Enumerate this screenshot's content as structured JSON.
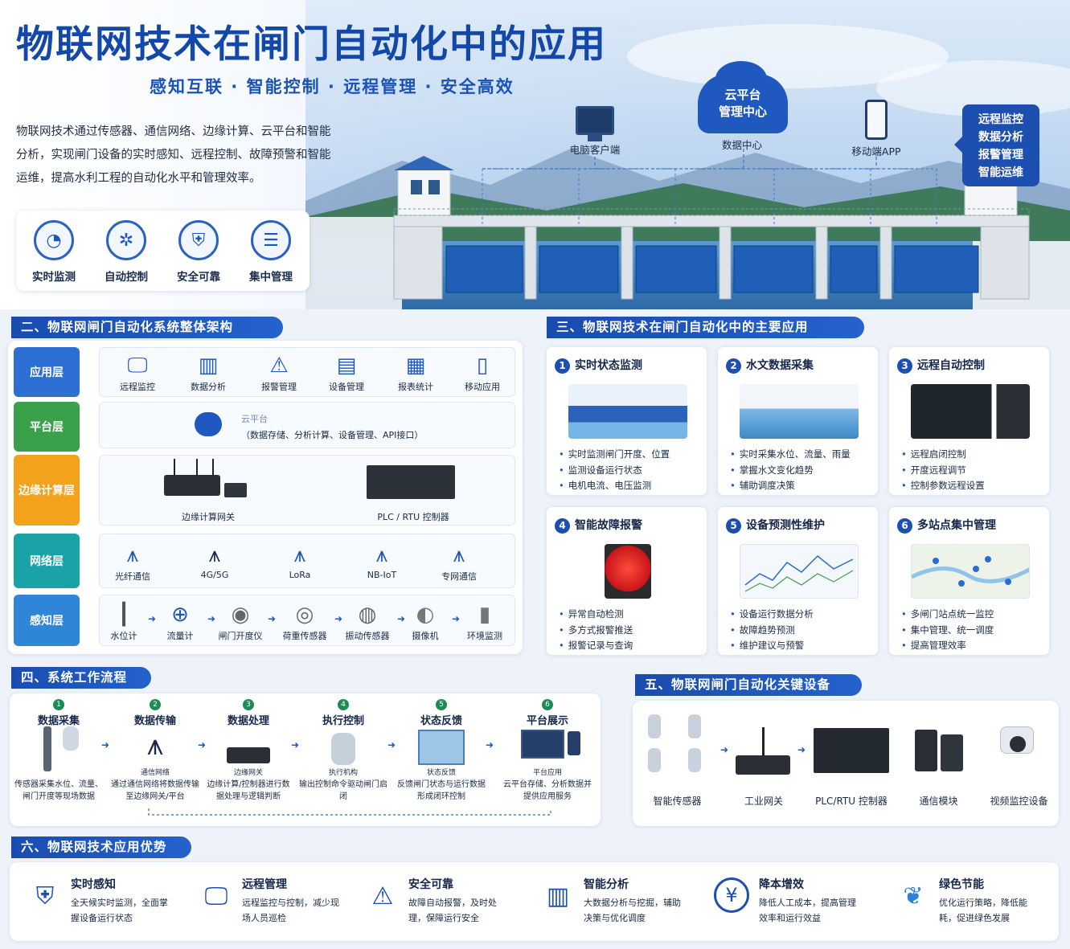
{
  "header": {
    "title": "物联网技术在闸门自动化中的应用",
    "subtitle": "感知互联 · 智能控制 · 远程管理 · 安全高效",
    "intro": "物联网技术通过传感器、通信网络、边缘计算、云平台和智能分析，实现闸门设备的实时感知、远程控制、故障预警和智能运维，提高水利工程的自动化水平和管理效率。",
    "features": [
      {
        "label": "实时监测",
        "icon": "monitor-icon"
      },
      {
        "label": "自动控制",
        "icon": "gear-network-icon"
      },
      {
        "label": "安全可靠",
        "icon": "shield-icon"
      },
      {
        "label": "集中管理",
        "icon": "stack-icon"
      }
    ],
    "cloud": {
      "line1": "云平台",
      "line2": "管理中心",
      "under": "数据中心"
    },
    "pc_label": "电脑客户端",
    "app_label": "移动端APP",
    "menu": [
      "远程监控",
      "数据分析",
      "报警管理",
      "智能运维"
    ]
  },
  "architecture": {
    "heading": "二、物联网闸门自动化系统整体架构",
    "layers": [
      {
        "name": "应用层",
        "color": "#2d6fd2"
      },
      {
        "name": "平台层",
        "color": "#3aa04a"
      },
      {
        "name": "边缘计算层",
        "color": "#f2a21b"
      },
      {
        "name": "网络层",
        "color": "#1aa3a6"
      },
      {
        "name": "感知层",
        "color": "#2f86d6"
      }
    ],
    "apps": [
      "远程监控",
      "数据分析",
      "报警管理",
      "设备管理",
      "报表统计",
      "移动应用"
    ],
    "platform": {
      "title": "云平台",
      "desc": "（数据存储、分析计算、设备管理、API接口）"
    },
    "edge": [
      "边缘计算网关",
      "PLC / RTU 控制器"
    ],
    "network": [
      "光纤通信",
      "4G/5G",
      "LoRa",
      "NB-IoT",
      "专网通信"
    ],
    "sensing": [
      "水位计",
      "流量计",
      "闸门开度仪",
      "荷重传感器",
      "振动传感器",
      "摄像机",
      "环境监测"
    ]
  },
  "applications": {
    "heading": "三、物联网技术在闸门自动化中的主要应用",
    "cards": [
      {
        "num": "1",
        "title": "实时状态监测",
        "items": [
          "实时监测闸门开度、位置",
          "监测设备运行状态",
          "电机电流、电压监测"
        ]
      },
      {
        "num": "2",
        "title": "水文数据采集",
        "items": [
          "实时采集水位、流量、雨量",
          "掌握水文变化趋势",
          "辅助调度决策"
        ]
      },
      {
        "num": "3",
        "title": "远程自动控制",
        "items": [
          "远程启闭控制",
          "开度远程调节",
          "控制参数远程设置"
        ]
      },
      {
        "num": "4",
        "title": "智能故障报警",
        "items": [
          "异常自动检测",
          "多方式报警推送",
          "报警记录与查询"
        ]
      },
      {
        "num": "5",
        "title": "设备预测性维护",
        "items": [
          "设备运行数据分析",
          "故障趋势预测",
          "维护建议与预警"
        ]
      },
      {
        "num": "6",
        "title": "多站点集中管理",
        "items": [
          "多闸门站点统一监控",
          "集中管理、统一调度",
          "提高管理效率"
        ]
      }
    ]
  },
  "workflow": {
    "heading": "四、系统工作流程",
    "steps": [
      {
        "num": "1",
        "title": "数据采集",
        "desc": "传感器采集水位、流量、闸门开度等现场数据",
        "tag": ""
      },
      {
        "num": "2",
        "title": "数据传输",
        "desc": "通过通信网络将数据传输至边缘网关/平台",
        "tag": "通信网络"
      },
      {
        "num": "3",
        "title": "数据处理",
        "desc": "边缘计算/控制器进行数据处理与逻辑判断",
        "tag": "边缘网关"
      },
      {
        "num": "4",
        "title": "执行控制",
        "desc": "输出控制命令驱动闸门启闭",
        "tag": "执行机构"
      },
      {
        "num": "5",
        "title": "状态反馈",
        "desc": "反馈闸门状态与运行数据形成闭环控制",
        "tag": "状态反馈"
      },
      {
        "num": "6",
        "title": "平台展示",
        "desc": "云平台存储、分析数据并提供应用服务",
        "tag": "平台应用"
      }
    ]
  },
  "devices": {
    "heading": "五、物联网闸门自动化关键设备",
    "items": [
      "智能传感器",
      "工业网关",
      "PLC/RTU 控制器",
      "通信模块",
      "视频监控设备"
    ]
  },
  "advantages": {
    "heading": "六、物联网技术应用优势",
    "items": [
      {
        "title": "实时感知",
        "desc": "全天候实时监测，全面掌握设备运行状态",
        "icon": "shield-check-icon"
      },
      {
        "title": "远程管理",
        "desc": "远程监控与控制，减少现场人员巡检",
        "icon": "monitor-chart-icon"
      },
      {
        "title": "安全可靠",
        "desc": "故障自动报警，及时处理，保障运行安全",
        "icon": "alarm-icon"
      },
      {
        "title": "智能分析",
        "desc": "大数据分析与挖掘，辅助决策与优化调度",
        "icon": "bar-chart-icon"
      },
      {
        "title": "降本增效",
        "desc": "降低人工成本，提高管理效率和运行效益",
        "icon": "yen-icon"
      },
      {
        "title": "绿色节能",
        "desc": "优化运行策略，降低能耗，促进绿色发展",
        "icon": "leaf-icon"
      }
    ]
  }
}
